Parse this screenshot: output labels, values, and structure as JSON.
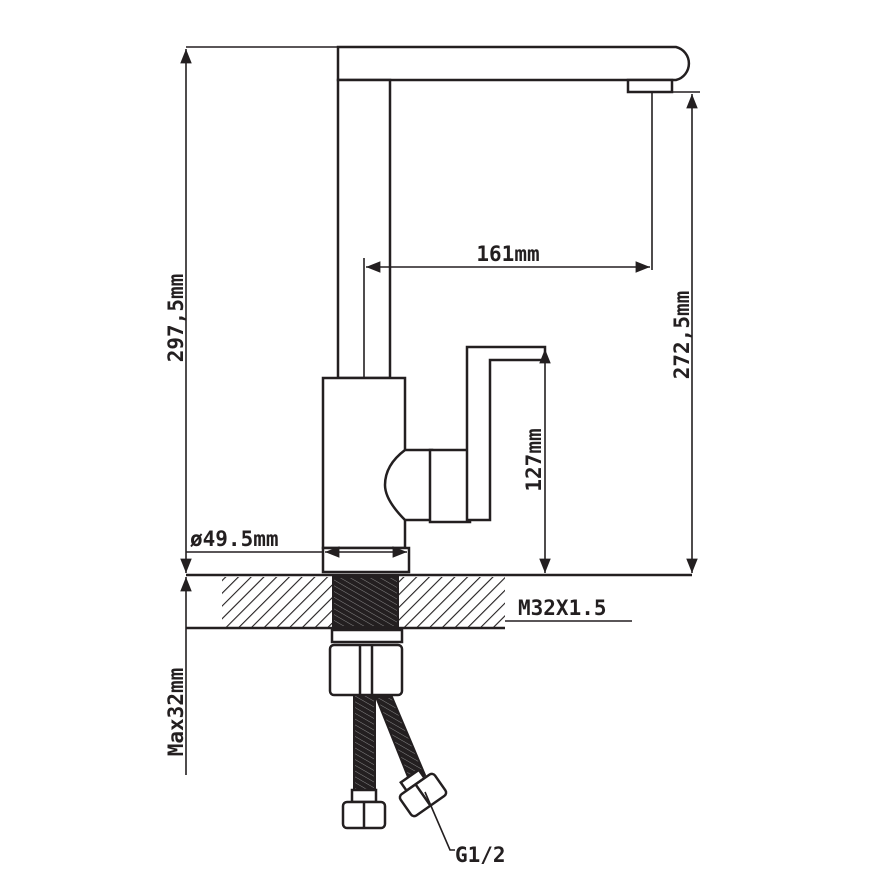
{
  "diagram": {
    "title": "Kitchen faucet dimension drawing",
    "colors": {
      "line": "#231f20",
      "background": "#ffffff"
    },
    "dimensions": {
      "total_height": "297,5mm",
      "spout_height": "272,5mm",
      "spout_reach": "161mm",
      "handle_height": "127mm",
      "base_diameter": "ø49.5mm",
      "max_counter_thickness": "Max32mm",
      "thread": "M32X1.5",
      "hose_connection": "G1/2"
    }
  }
}
